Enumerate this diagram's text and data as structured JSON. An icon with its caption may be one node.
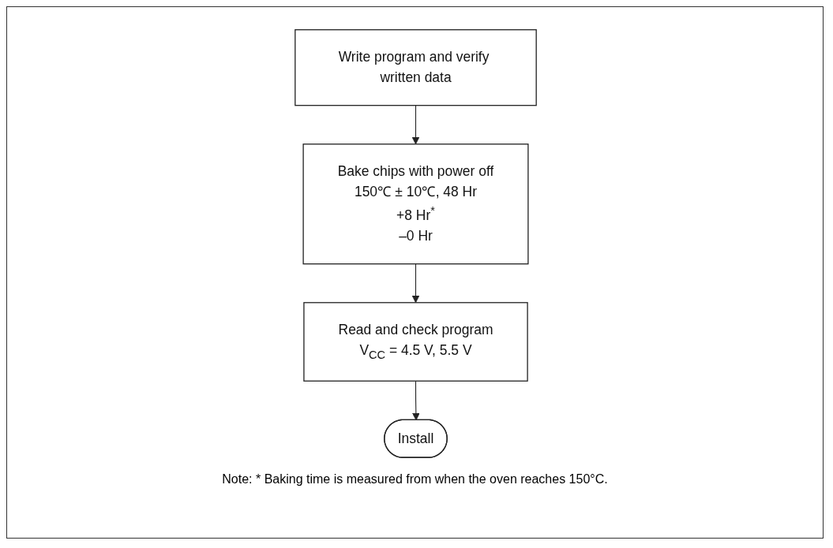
{
  "diagram": {
    "nodes": [
      {
        "text": [
          "Write program and verify written data"
        ]
      },
      {
        "text": [
          "Bake chips with power off",
          "150℃ ± 10℃, 48 Hr",
          "+8 Hr$^{*}$",
          "–0 Hr"
        ]
      },
      {
        "text": [
          "Read and check program",
          "V$_{CC}$ = 4.5 V, 5.5 V"
        ]
      },
      {
        "text": [
          "Install"
        ]
      }
    ],
    "edges": [
      {
        "from": 0,
        "to": 1,
        "arrow": "to"
      },
      {
        "from": 1,
        "to": 2,
        "arrow": "to"
      },
      {
        "from": 2,
        "to": 3,
        "arrow": "to"
      }
    ],
    "labels": [
      "Note: * Baking time is measured from when the oven reaches 150°C."
    ]
  }
}
